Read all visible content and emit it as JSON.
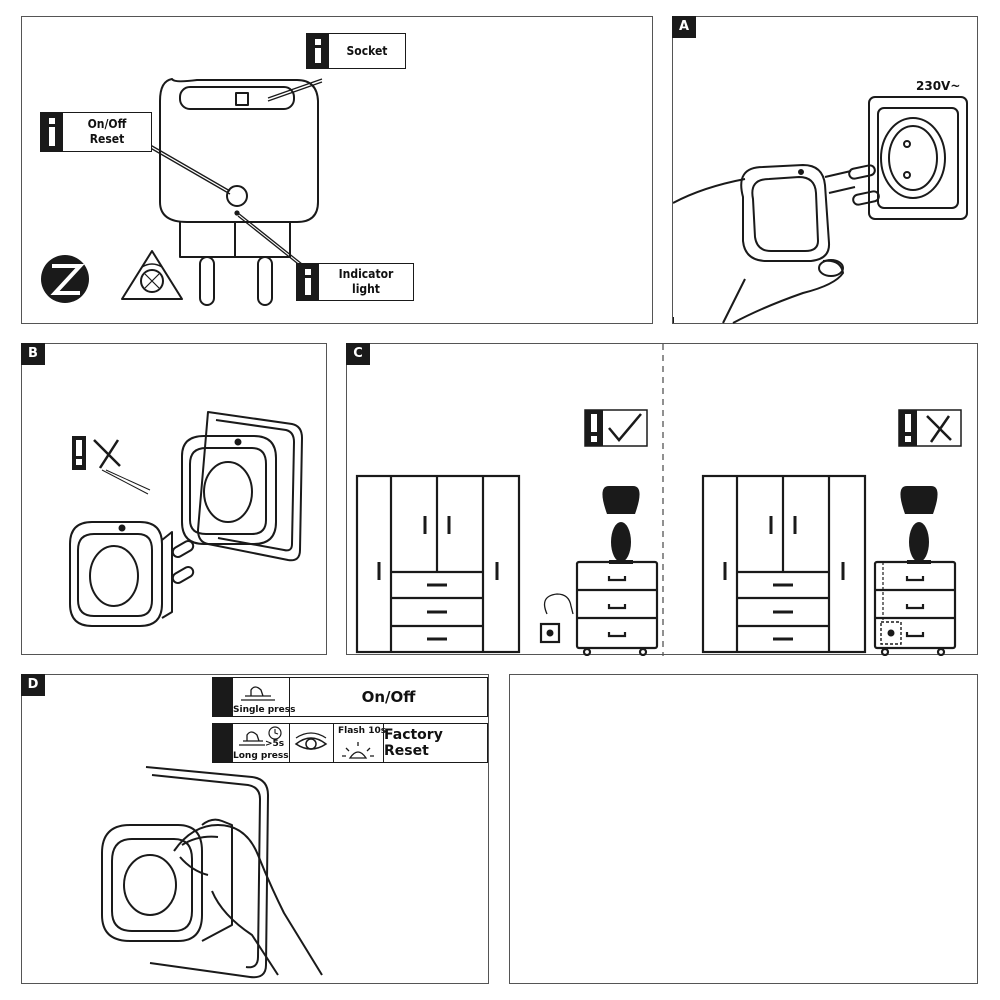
{
  "panels": {
    "overview": {
      "callouts": {
        "socket": "Socket",
        "onoff": "On/Off",
        "reset": "Reset",
        "indicator": "Indicator light"
      },
      "icons": [
        "zwave-logo-icon",
        "rotary-warning-icon"
      ]
    },
    "a": {
      "tag": "A",
      "voltage": "230V~"
    },
    "b": {
      "tag": "B"
    },
    "c": {
      "tag": "C",
      "left_status": "correct-check-icon",
      "right_status": "wrong-cross-icon"
    },
    "d": {
      "tag": "D",
      "rows": [
        {
          "caption": "Single press",
          "action": "On/Off"
        },
        {
          "caption": "Long press",
          "duration": ">5s",
          "flash": "Flash 10s",
          "action": "Factory Reset"
        }
      ]
    }
  },
  "colors": {
    "ink": "#1a1a1a",
    "frame": "#555555"
  }
}
